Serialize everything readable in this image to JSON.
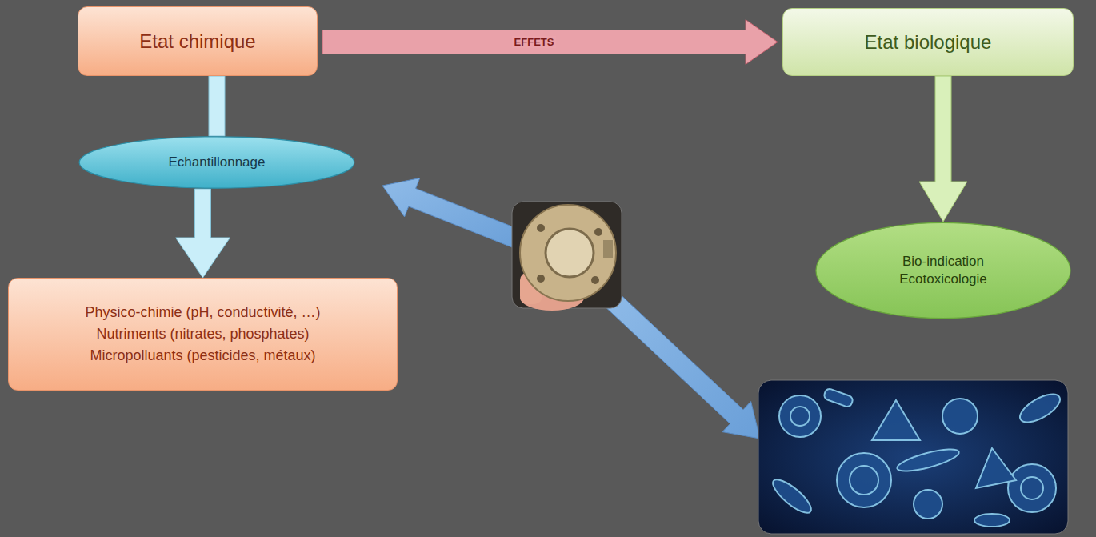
{
  "diagram": {
    "nodes": [
      {
        "text": [
          "Etat chimique"
        ]
      },
      {
        "text": [
          "Etat biologique"
        ]
      },
      {
        "text": [
          "Echantillonnage"
        ]
      },
      {
        "text": [
          "Bio-indication",
          "Ecotoxicologie"
        ]
      },
      {
        "text": [
          "Physico-chimie (pH, conductivité, …)",
          "Nutriments (nitrates, phosphates)",
          "Micropolluants (pesticides, métaux)"
        ]
      }
    ],
    "edges": [
      {
        "from": 0,
        "to": 1,
        "label": "EFFETS",
        "arrow": "to"
      },
      {
        "from": 0,
        "to": 2,
        "arrow": "none"
      },
      {
        "from": 2,
        "to": 4,
        "arrow": "to"
      },
      {
        "from": 1,
        "to": 3,
        "arrow": "to"
      }
    ]
  }
}
